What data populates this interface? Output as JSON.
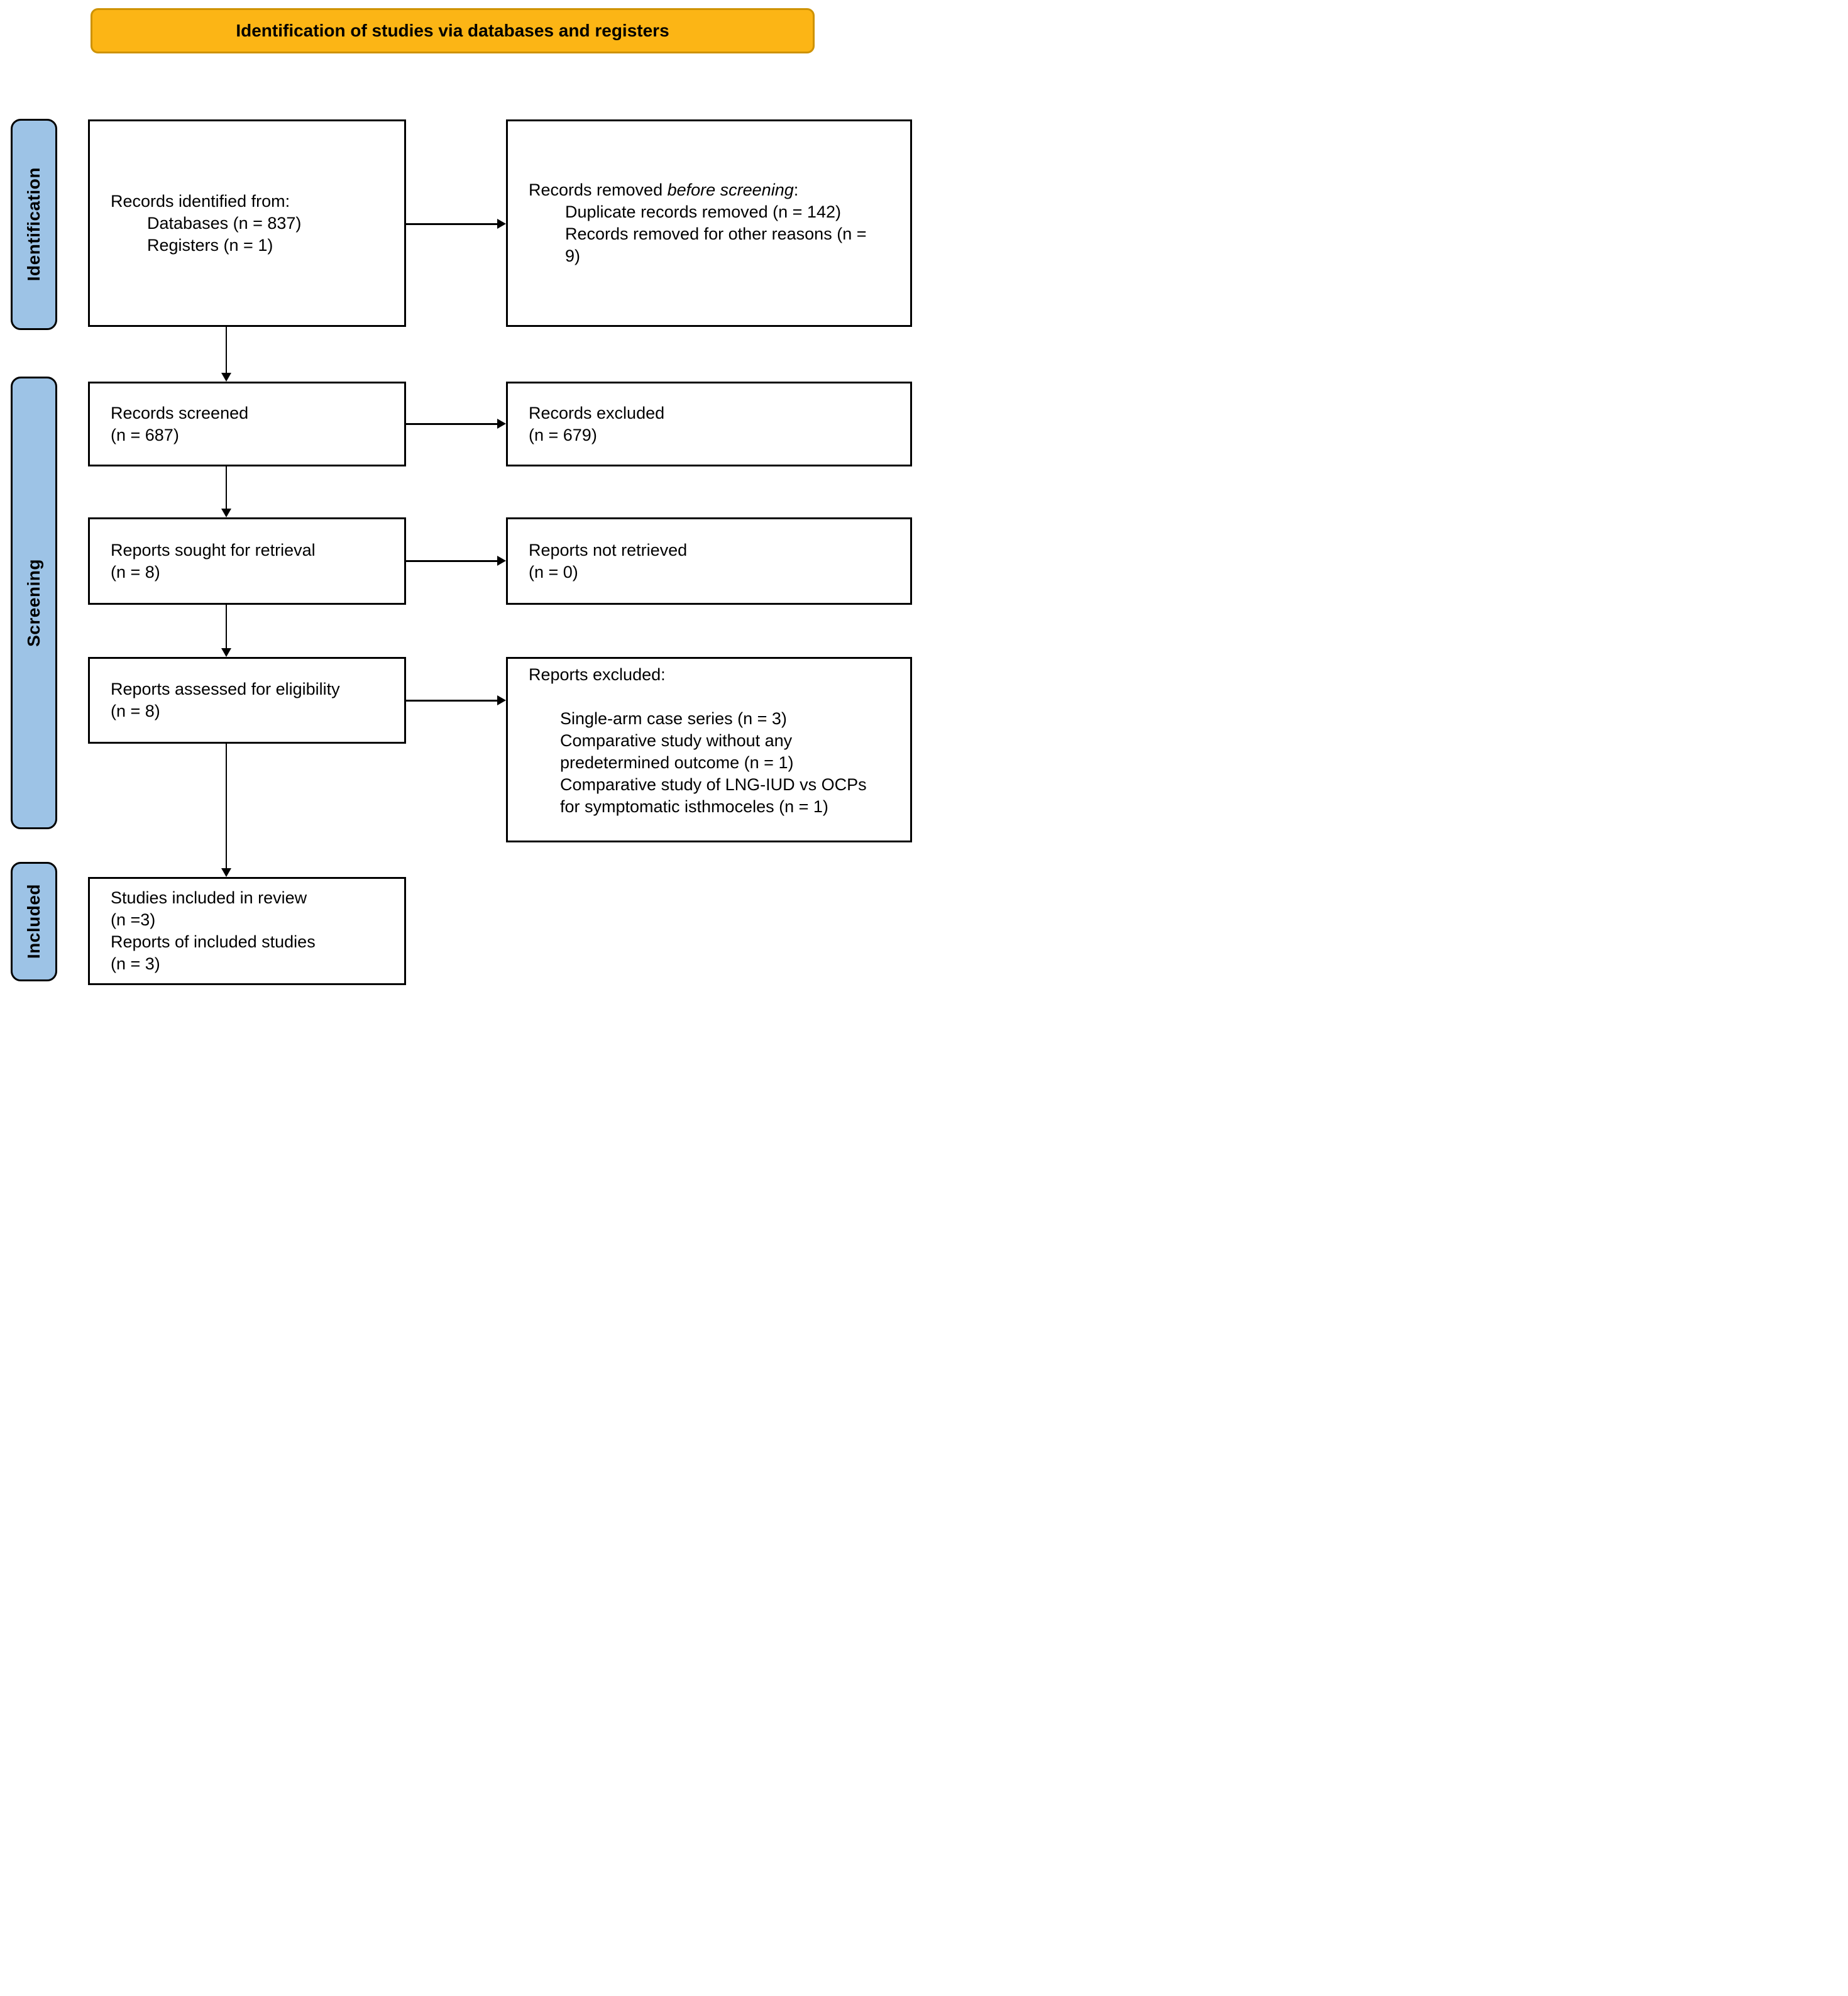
{
  "header": {
    "title": "Identification of studies via databases and registers"
  },
  "stages": {
    "identification": "Identification",
    "screening": "Screening",
    "included": "Included"
  },
  "colors": {
    "banner_fill": "#FCB515",
    "banner_border": "#CE9200",
    "stage_fill": "#9DC3E6",
    "stage_border": "#000000",
    "box_border": "#000000",
    "arrow_color": "#000000"
  },
  "boxes": {
    "records_identified": {
      "line1": "Records identified from:",
      "line2": "Databases (n = 837)",
      "line3": "Registers (n = 1)"
    },
    "records_removed": {
      "heading_prefix": "Records removed ",
      "heading_italic": "before screening",
      "heading_suffix": ":",
      "item1": "Duplicate records removed (n = 142)",
      "item2": "Records removed for other reasons (n =",
      "item2_cont": "9)"
    },
    "records_screened": {
      "line1": "Records screened",
      "line2": "(n = 687)"
    },
    "records_excluded": {
      "line1": "Records excluded",
      "line2": "(n = 679)"
    },
    "reports_sought": {
      "line1": "Reports sought for retrieval",
      "line2": "(n = 8)"
    },
    "reports_not_retrieved": {
      "line1": "Reports not retrieved",
      "line2": "(n = 0)"
    },
    "reports_assessed": {
      "line1": "Reports assessed for eligibility",
      "line2": "(n = 8)"
    },
    "reports_excluded": {
      "heading": "Reports excluded:",
      "item1": "Single-arm case series (n = 3)",
      "item2": "Comparative study without any",
      "item2_cont": "predetermined outcome (n = 1)",
      "item3": "Comparative study of LNG-IUD vs OCPs",
      "item3_cont": "for symptomatic isthmoceles (n = 1)"
    },
    "studies_included": {
      "line1": "Studies included in review",
      "line2": "(n =3)",
      "line3": "Reports of included studies",
      "line4": "(n = 3)"
    }
  }
}
